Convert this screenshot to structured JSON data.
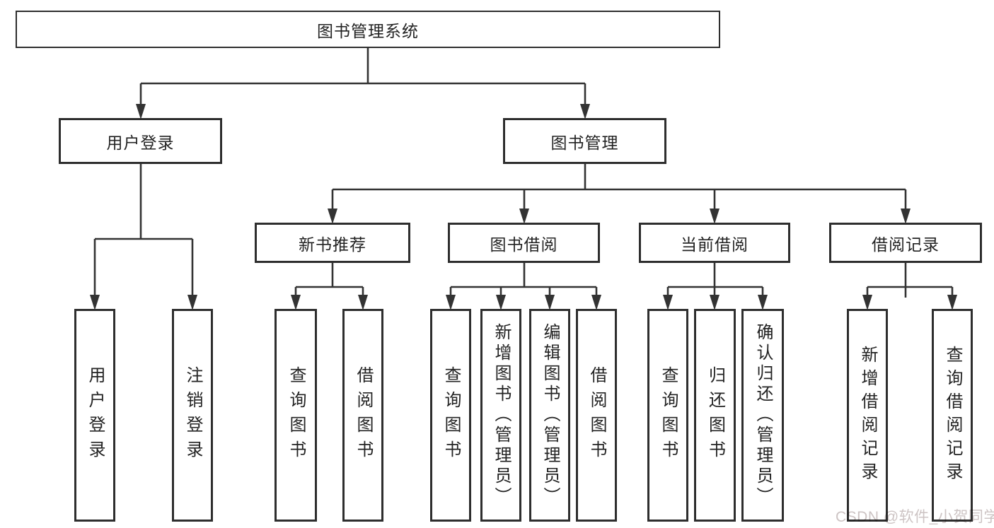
{
  "colors": {
    "line": "#333333",
    "box_border": "#2e2e2e",
    "text": "#232323",
    "background": "#ffffff",
    "watermark": "#cdc4c4"
  },
  "root": {
    "label": "图书管理系统"
  },
  "level2": [
    "用户登录",
    "图书管理"
  ],
  "level3": [
    "新书推荐",
    "图书借阅",
    "当前借阅",
    "借阅记录"
  ],
  "leaves": {
    "user_login": [
      "用户登录",
      "注销登录"
    ],
    "new_book": [
      "查询图书",
      "借阅图书"
    ],
    "book_borrow": [
      "查询图书",
      "新增图书（管理员）",
      "编辑图书（管理员）",
      "借阅图书"
    ],
    "current_borrow": [
      "查询图书",
      "归还图书",
      "确认归还（管理员）"
    ],
    "borrow_records": [
      "新增借阅记录",
      "查询借阅记录"
    ]
  },
  "watermark": {
    "text": "CSDN @软件_小贺同学"
  }
}
